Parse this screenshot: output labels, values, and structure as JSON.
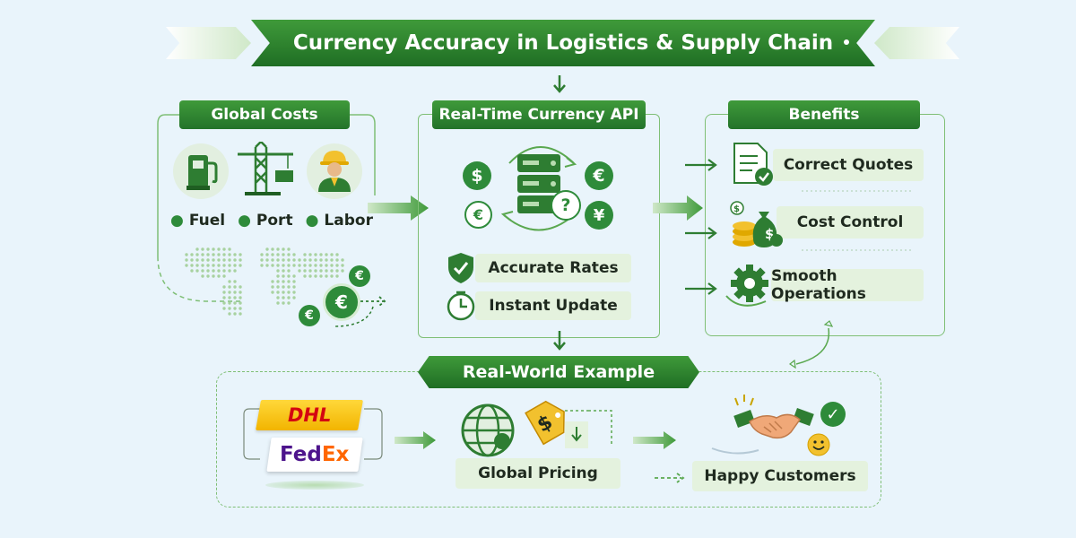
{
  "title": "Currency Accuracy in Logistics & Supply Chain",
  "global_costs": {
    "heading": "Global Costs",
    "items": [
      "Fuel",
      "Port",
      "Labor"
    ],
    "coin_symbol": "€"
  },
  "api": {
    "heading": "Real-Time Currency API",
    "currency_symbols": [
      "$",
      "€",
      "€",
      "¥",
      "?"
    ],
    "features": [
      "Accurate Rates",
      "Instant Update"
    ]
  },
  "benefits": {
    "heading": "Benefits",
    "items": [
      "Correct Quotes",
      "Cost Control",
      "Smooth Operations"
    ]
  },
  "example": {
    "heading": "Real-World Example",
    "carriers": {
      "dhl": "DHL",
      "fedex_fed": "Fed",
      "fedex_ex": "Ex"
    },
    "pricing_label": "Global Pricing",
    "customers_label": "Happy Customers"
  },
  "colors": {
    "primary_green": "#2e8b3a",
    "dark_green": "#1f6e24",
    "light_green": "#e4f2de",
    "background": "#e9f4fb",
    "dhl_yellow": "#ffcc00",
    "dhl_red": "#d40511",
    "fedex_purple": "#4d148c",
    "fedex_orange": "#ff6600"
  }
}
